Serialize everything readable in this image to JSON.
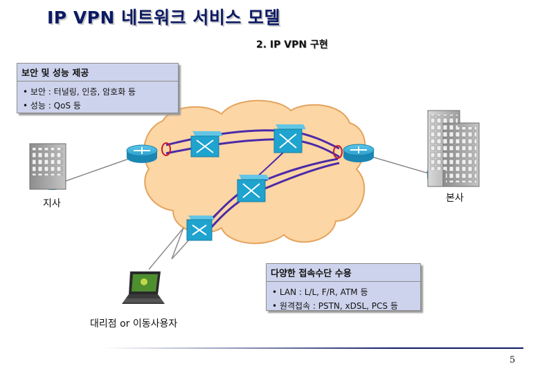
{
  "title": "IP VPN 네트워크 서비스 모델",
  "subtitle": "2. IP VPN 구현",
  "box_security": {
    "heading": "보안 및 성능 제공",
    "items": [
      "보안 : 터널링, 인증, 암호화 등",
      "성능 : QoS 등"
    ]
  },
  "box_access": {
    "heading": "다양한 접속수단 수용",
    "items": [
      "LAN : L/L, F/R, ATM 등",
      "원격접속 : PSTN, xDSL, PCS 등"
    ]
  },
  "labels": {
    "branch": "지사",
    "headquarters": "본사",
    "agency": "대리점 or 이동사용자"
  },
  "page_number": "5",
  "colors": {
    "title": "#0c1a63",
    "cloud": "#fcd6a4",
    "tunnel": "#4b2aa8",
    "router": "#1fa3cf",
    "box": "#cdd3ec"
  }
}
